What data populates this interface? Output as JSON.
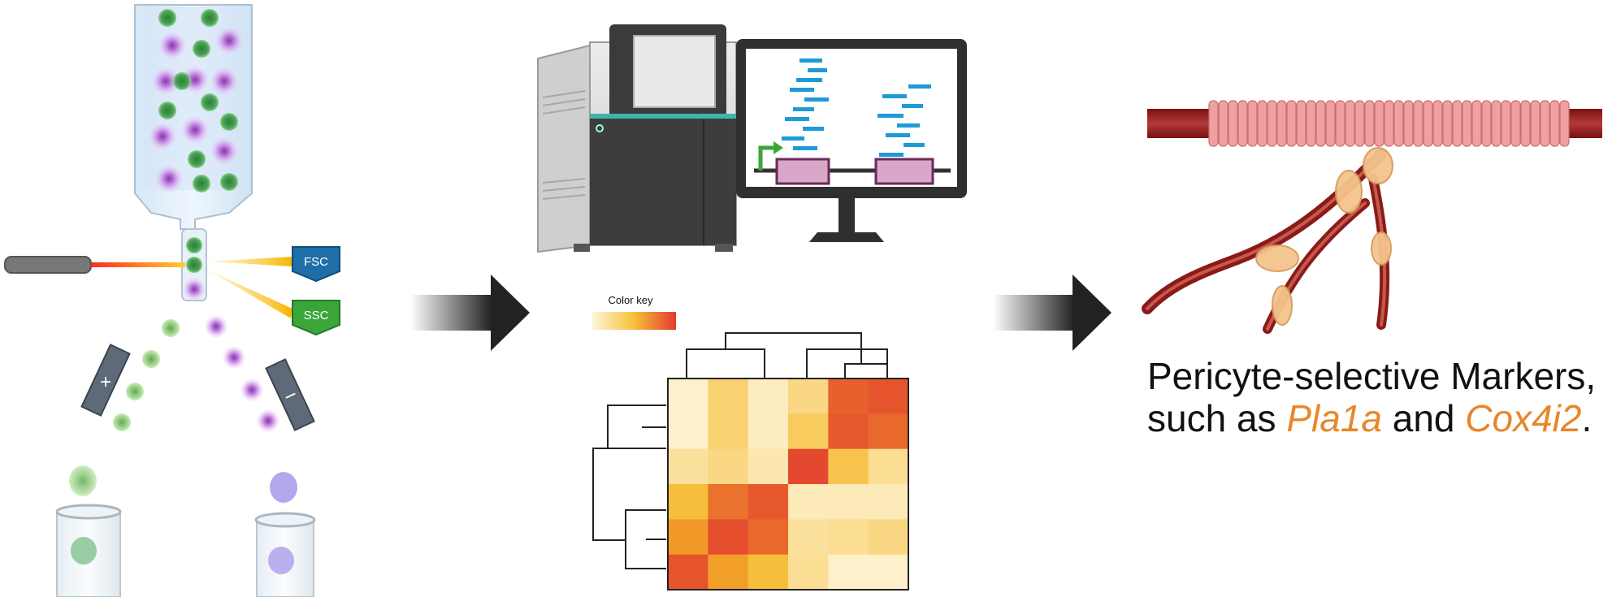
{
  "flow": {
    "fsc_label": "FSC",
    "ssc_label": "SSC",
    "plus_symbol": "+",
    "minus_symbol": "−"
  },
  "heatmap": {
    "color_key_label": "Color key",
    "cells": [
      [
        0.05,
        0.3,
        0.08,
        0.25,
        0.85,
        0.9
      ],
      [
        0.05,
        0.3,
        0.08,
        0.35,
        0.88,
        0.82
      ],
      [
        0.18,
        0.25,
        0.12,
        0.95,
        0.4,
        0.2
      ],
      [
        0.45,
        0.78,
        0.88,
        0.1,
        0.1,
        0.1
      ],
      [
        0.62,
        0.92,
        0.82,
        0.18,
        0.2,
        0.25
      ],
      [
        0.9,
        0.6,
        0.45,
        0.2,
        0.05,
        0.05
      ]
    ],
    "colors": {
      "low": "#fef6dc",
      "mid": "#f6b829",
      "high": "#e23b2e"
    }
  },
  "result": {
    "line1": "Pericyte-selective Markers,",
    "line2_prefix": "such as ",
    "marker1": "Pla1a",
    "line2_mid": " and ",
    "marker2": "Cox4i2",
    "line2_suffix": "."
  },
  "colors": {
    "arrow": "#222222",
    "green_cell": "#3f9a4b",
    "purple_cell": "#c07be0",
    "fsc_flag": "#1f78b4",
    "ssc_flag": "#3aa63a",
    "monitor_bars": "#1e9bd7",
    "vessel": "#a52a2a",
    "pericyte": "#f4c48c"
  }
}
